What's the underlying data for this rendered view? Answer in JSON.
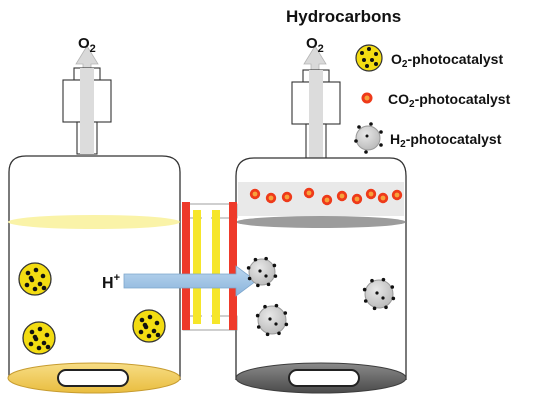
{
  "labels": {
    "o2_left": "O",
    "o2_right": "O",
    "sub_2": "2",
    "hydrocarbons": "Hydrocarbons",
    "proton": "H",
    "proton_sup": "+"
  },
  "legend": {
    "o2": {
      "prefix": "O",
      "sub": "2",
      "suffix": "-photocatalyst"
    },
    "co2": {
      "prefix": "CO",
      "sub": "2",
      "suffix": "-photocatalyst"
    },
    "h2": {
      "prefix": "H",
      "sub": "2",
      "suffix": "-photocatalyst"
    }
  },
  "colors": {
    "o2_catalyst": "#f3dc12",
    "co2_catalyst": "#ee3a1a",
    "h2_catalyst": "#cfcfcf",
    "membrane_red": "#ee3a2a",
    "membrane_yellow": "#f6e62a",
    "arrow_blue": "#9cc3e6",
    "left_base": "#f2cf63",
    "right_base": "#696969"
  }
}
